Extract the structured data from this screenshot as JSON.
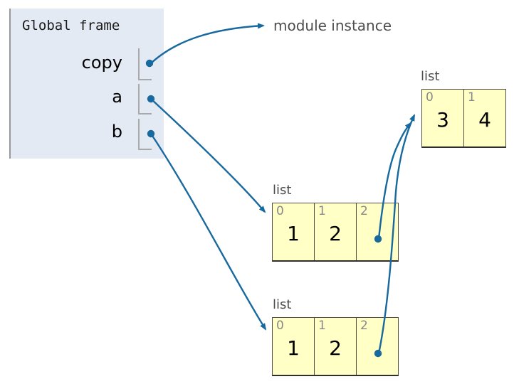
{
  "frame": {
    "title": "Global frame",
    "variables": [
      {
        "name": "copy"
      },
      {
        "name": "a"
      },
      {
        "name": "b"
      }
    ]
  },
  "annotations": {
    "module_instance": "module instance"
  },
  "heap": {
    "lists": [
      {
        "label": "list",
        "cells": [
          {
            "index": "0",
            "value": "3"
          },
          {
            "index": "1",
            "value": "4"
          }
        ]
      },
      {
        "label": "list",
        "cells": [
          {
            "index": "0",
            "value": "1"
          },
          {
            "index": "1",
            "value": "2"
          },
          {
            "index": "2",
            "value": ""
          }
        ]
      },
      {
        "label": "list",
        "cells": [
          {
            "index": "0",
            "value": "1"
          },
          {
            "index": "1",
            "value": "2"
          },
          {
            "index": "2",
            "value": ""
          }
        ]
      }
    ]
  },
  "pointers": [
    {
      "from": "copy",
      "to": "module instance"
    },
    {
      "from": "a",
      "to": "middle list [1,2,→]"
    },
    {
      "from": "b",
      "to": "bottom list [1,2,→]"
    },
    {
      "from": "a[2]",
      "to": "top list [3,4]"
    },
    {
      "from": "b[2]",
      "to": "top list [3,4]"
    }
  ],
  "colors": {
    "arrow": "#18699e",
    "frame_bg": "#e3eaf4",
    "frame_border": "#999999",
    "cell_bg": "#ffffc6",
    "cell_border": "#4e4e44",
    "label_gray": "#4d4d4d",
    "index_gray": "#888888"
  }
}
